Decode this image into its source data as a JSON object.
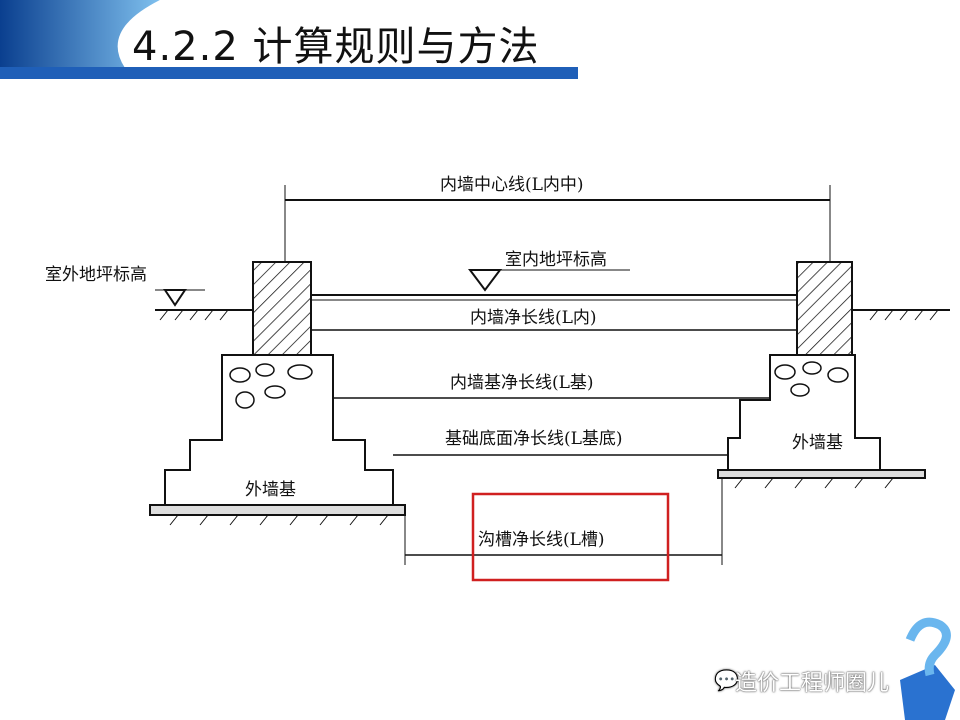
{
  "header": {
    "title": "4.2.2 计算规则与方法"
  },
  "diagram": {
    "inner_wall_center": "内墙中心线(L内中)",
    "outdoor_level": "室外地坪标高",
    "indoor_level": "室内地坪标高",
    "inner_wall_net": "内墙净长线(L内)",
    "inner_foundation_net": "内墙基净长线(L基)",
    "foundation_bottom_net": "基础底面净长线(L基底)",
    "outer_foundation_left": "外墙基",
    "outer_foundation_right": "外墙基",
    "trench_net": "沟槽净长线(L槽)"
  },
  "watermark": {
    "text": "造价工程师圈儿",
    "icon": "wechat-icon"
  },
  "colors": {
    "accent": "#1f5fb8",
    "highlight": "#d02020"
  }
}
